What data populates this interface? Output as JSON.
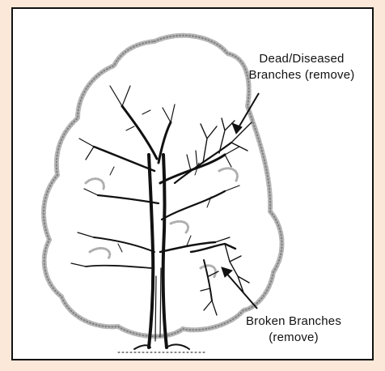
{
  "labels": {
    "dead_line1": "Dead/Diseased",
    "dead_line2": "Branches (remove)",
    "broken_line1": "Broken Branches",
    "broken_line2": "(remove)"
  },
  "colors": {
    "page_background": "#fbe8d8",
    "panel_background": "#ffffff",
    "ink": "#111111",
    "foliage_outline": "#8a8a8a"
  }
}
